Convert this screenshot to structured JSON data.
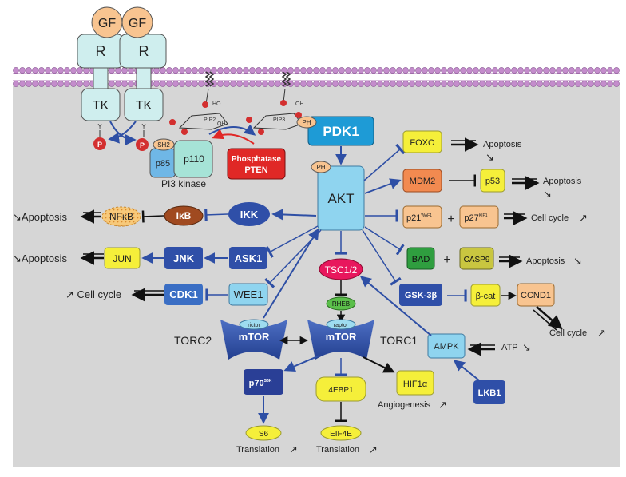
{
  "ligands": {
    "gf1": "GF",
    "gf2": "GF"
  },
  "receptor": {
    "r1": "R",
    "r2": "R",
    "tk1": "TK",
    "tk2": "TK",
    "y1": "Y",
    "y2": "Y"
  },
  "phospho": {
    "p": "P",
    "p1": "P",
    "p2": "P"
  },
  "lipids": {
    "pip2": "PIP2",
    "pip3": "PIP3",
    "ho": "HO",
    "oh": "OH",
    "o": "O"
  },
  "pi3k": {
    "sh2": "SH2",
    "p85": "p85",
    "p110": "p110",
    "label": "PI3 kinase"
  },
  "phosphatase": {
    "line1": "Phosphatase",
    "line2": "PTEN"
  },
  "pdk1": {
    "label": "PDK1",
    "ph": "PH"
  },
  "akt": {
    "label": "AKT",
    "ph": "PH"
  },
  "left_branch": {
    "ikk": "IKK",
    "ikb": "IκB",
    "nfkb": "NFκB",
    "apoptosis1": "↘Apoptosis",
    "ask1": "ASK1",
    "jnk": "JNK",
    "jun": "JUN",
    "apoptosis2": "↘Apoptosis",
    "wee1": "WEE1",
    "cdk1": "CDK1",
    "cell_cycle": "↗ Cell cycle"
  },
  "right_branch": {
    "foxo": "FOXO",
    "apoptosis_foxo": "Apoptosis",
    "mdm2": "MDM2",
    "p53": "p53",
    "apoptosis_p53": "Apoptosis",
    "p21": "p21",
    "p21_sup": "WAF1",
    "plus1": "+",
    "p27": "p27",
    "p27_sup": "KIP1",
    "cell_cycle": "Cell cycle",
    "bad": "BAD",
    "plus2": "+",
    "casp9": "CASP9",
    "apoptosis_bad": "Apoptosis",
    "gsk3b": "GSK-3β",
    "bcat": "β-cat",
    "ccnd1": "CCND1",
    "cell_cycle2": "Cell cycle",
    "ampk": "AMPK",
    "atp": "ATP",
    "lkb1": "LKB1"
  },
  "mtor": {
    "tsc": "TSC1/2",
    "rheb": "RHEB",
    "torc2_label": "TORC2",
    "torc1_label": "TORC1",
    "rictor": "rictor",
    "raptor": "raptor",
    "mtor1": "mTOR",
    "mtor2": "mTOR",
    "p70": "p70",
    "p70_sup": "S6K",
    "s6": "S6",
    "translation1": "Translation",
    "4ebp1": "4EBP1",
    "eif4e": "EIF4E",
    "translation2": "Translation",
    "hif": "HIF1α",
    "angiogenesis": "Angiogenesis"
  },
  "colors": {
    "background_panel": "#d6d6d6",
    "membrane_head": "#b07ab8",
    "receptor_fill": "#cfeeee",
    "gf_fill": "#f8c490",
    "akt_fill": "#8fd4ef",
    "pdk1_fill": "#1e9bd6",
    "pten_fill": "#e02826",
    "dark_blue": "#2f4fa8",
    "yellow": "#f5ef3a",
    "orange": "#f28a50",
    "tsc_fill": "#e8175d",
    "green": "#2f9e3f",
    "arrow_blue": "#2e4fa5"
  }
}
